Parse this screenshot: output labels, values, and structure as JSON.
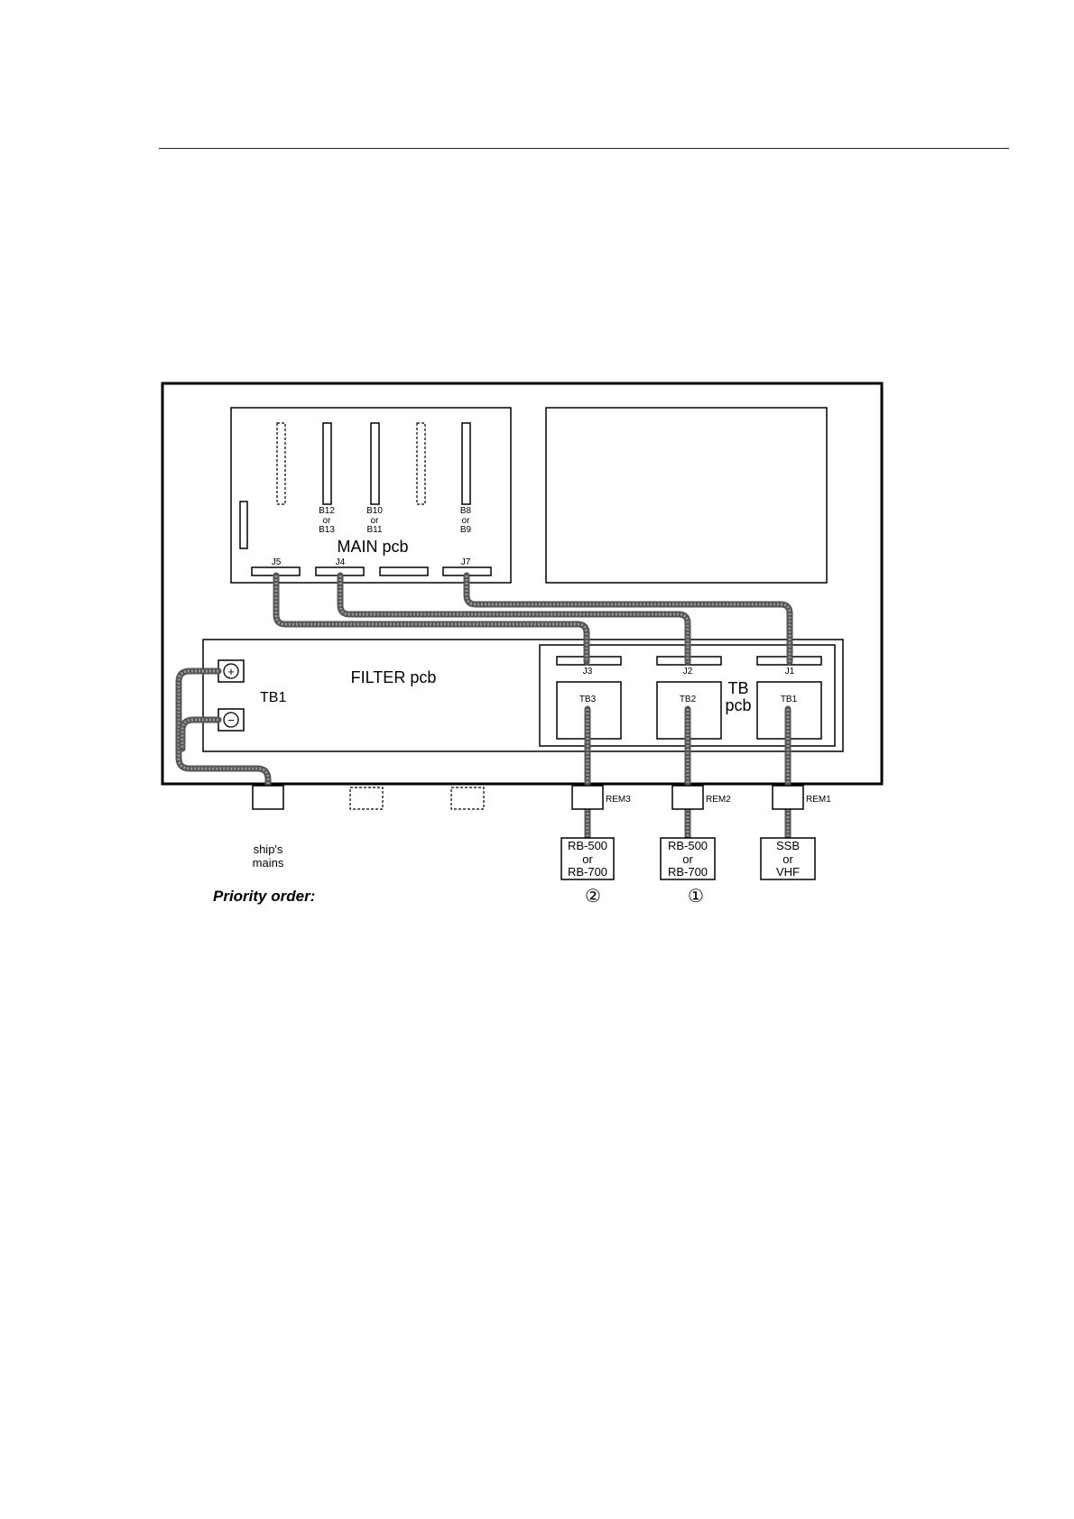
{
  "main_pcb": {
    "label": "MAIN pcb",
    "slot_labels": [
      {
        "top": "B12",
        "mid": "or",
        "bot": "B13"
      },
      {
        "top": "B10",
        "mid": "or",
        "bot": "B11"
      },
      {
        "top": "B8",
        "mid": "or",
        "bot": "B9"
      }
    ],
    "connectors": [
      "J5",
      "J4",
      "J7"
    ]
  },
  "filter_pcb": {
    "label": "FILTER pcb",
    "terminal_block": "TB1",
    "plus": "+",
    "minus": "−"
  },
  "tb_pcb": {
    "label_line1": "TB",
    "label_line2": "pcb",
    "connectors": [
      "J3",
      "J2",
      "J1"
    ],
    "blocks": [
      "TB3",
      "TB2",
      "TB1"
    ]
  },
  "ports": [
    "REM3",
    "REM2",
    "REM1"
  ],
  "mains": {
    "line1": "ship's",
    "line2": "mains"
  },
  "devices": [
    {
      "line1": "RB-500",
      "line2": "or",
      "line3": "RB-700"
    },
    {
      "line1": "RB-500",
      "line2": "or",
      "line3": "RB-700"
    },
    {
      "line1": "SSB",
      "line2": "or",
      "line3": "VHF"
    }
  ],
  "priority": {
    "label": "Priority order:",
    "marks": [
      "②",
      "①"
    ]
  }
}
